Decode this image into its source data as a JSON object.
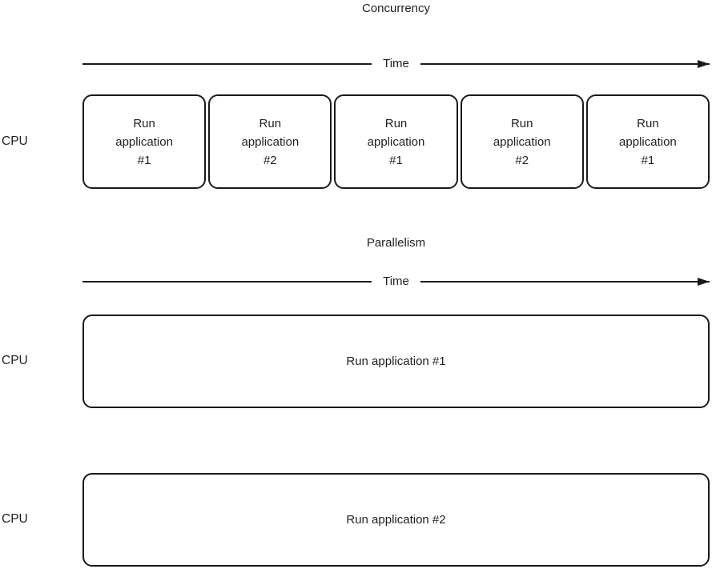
{
  "colors": {
    "line": "#1a1a1a",
    "text": "#1f1f1f",
    "background": "#ffffff",
    "box_fill": "#ffffff"
  },
  "concurrency": {
    "title": "Concurrency",
    "time_label": "Time",
    "cpu_label": "CPU",
    "blocks": [
      "Run\napplication\n#1",
      "Run\napplication\n#2",
      "Run\napplication\n#1",
      "Run\napplication\n#2",
      "Run\napplication\n#1"
    ]
  },
  "parallelism": {
    "title": "Parallelism",
    "time_label": "Time",
    "rows": [
      {
        "cpu_label": "CPU",
        "block": "Run application #1"
      },
      {
        "cpu_label": "CPU",
        "block": "Run application #2"
      }
    ]
  }
}
